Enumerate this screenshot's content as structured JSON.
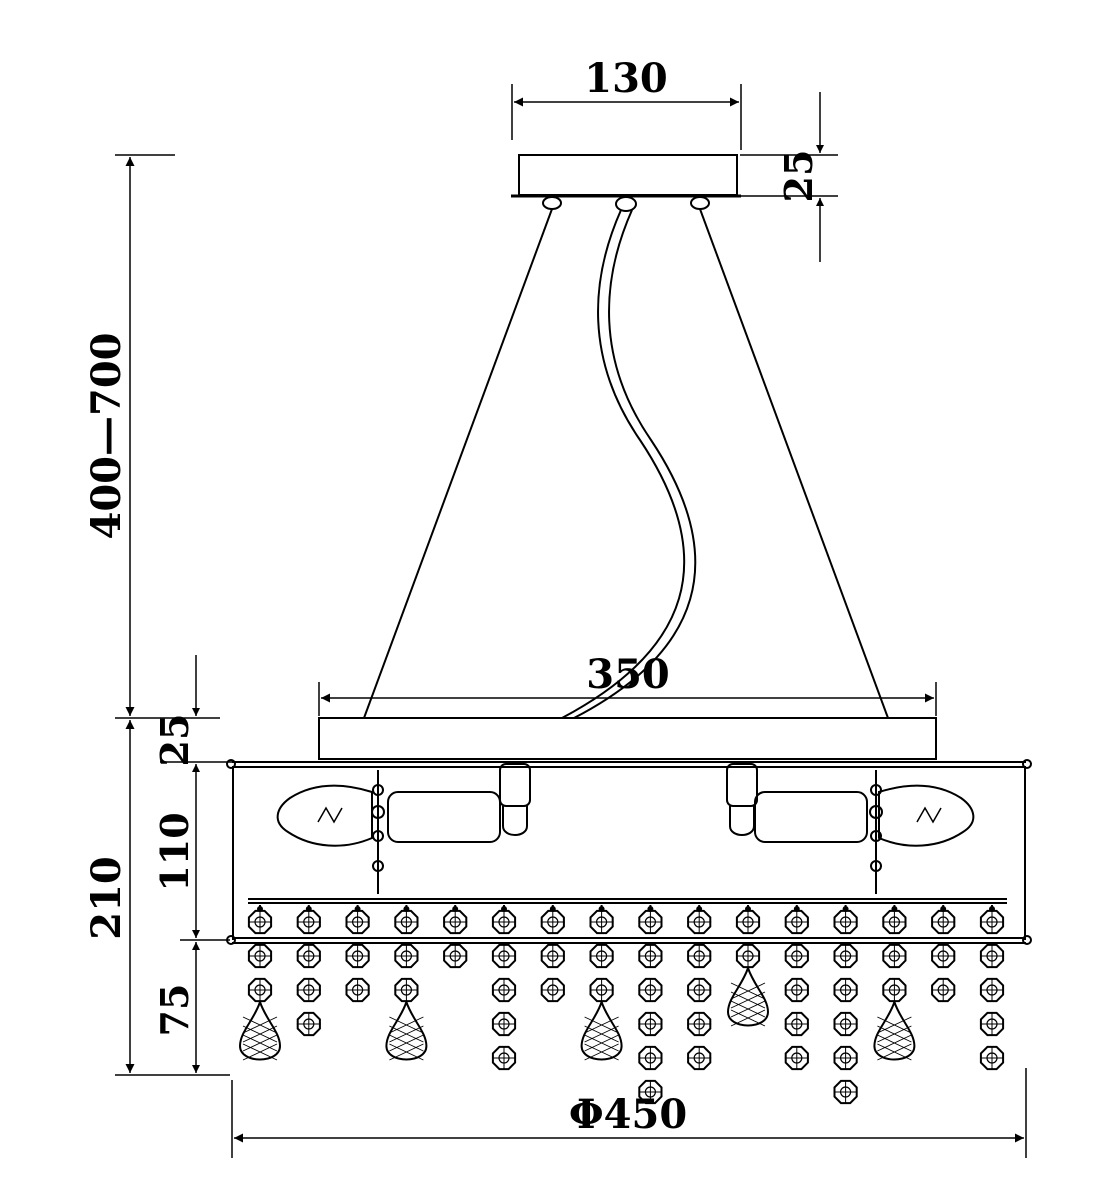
{
  "dimensions": {
    "canopy_width": "130",
    "canopy_height": "25",
    "drop_range": "400—700",
    "frame_width": "350",
    "frame_height": "25",
    "body_height": "210",
    "shade_height": "110",
    "crystal_drop": "75",
    "diameter": "Φ450"
  },
  "crystal_strands": [
    {
      "beads": 3,
      "teardrop": true
    },
    {
      "beads": 4,
      "teardrop": false
    },
    {
      "beads": 3,
      "teardrop": false
    },
    {
      "beads": 3,
      "teardrop": true
    },
    {
      "beads": 2,
      "teardrop": false
    },
    {
      "beads": 5,
      "teardrop": false
    },
    {
      "beads": 3,
      "teardrop": false
    },
    {
      "beads": 3,
      "teardrop": true
    },
    {
      "beads": 6,
      "teardrop": false
    },
    {
      "beads": 5,
      "teardrop": false
    },
    {
      "beads": 2,
      "teardrop": true
    },
    {
      "beads": 5,
      "teardrop": false
    },
    {
      "beads": 6,
      "teardrop": false
    },
    {
      "beads": 3,
      "teardrop": true
    },
    {
      "beads": 3,
      "teardrop": false
    },
    {
      "beads": 5,
      "teardrop": false
    }
  ]
}
